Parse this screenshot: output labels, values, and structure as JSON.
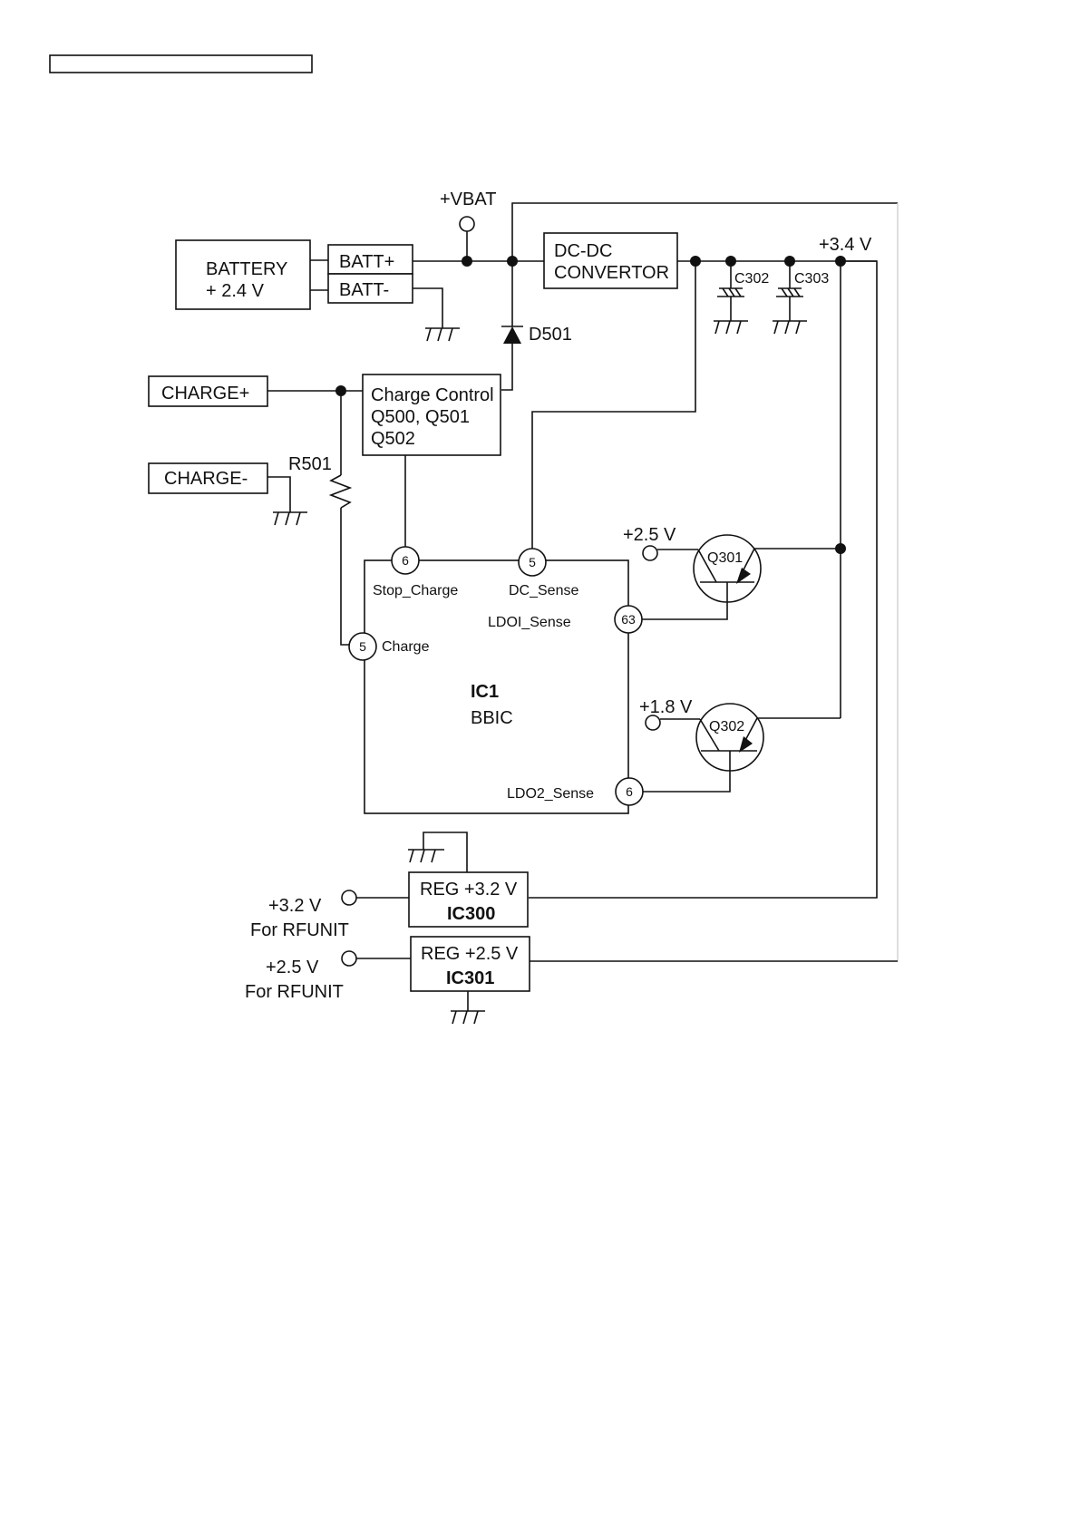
{
  "header_box": {
    "text": ""
  },
  "nets": {
    "vbat": "+VBAT",
    "v34": "+3.4 V",
    "v25_q301": "+2.5 V",
    "v18_q302": "+1.8 V",
    "v32_out": "+3.2 V",
    "v32_out_sub": "For RFUNIT",
    "v25_out": "+2.5 V",
    "v25_out_sub": "For RFUNIT"
  },
  "blocks": {
    "battery": {
      "line1": "BATTERY",
      "line2": "+ 2.4 V"
    },
    "batt_plus": "BATT+",
    "batt_minus": "BATT-",
    "dcdc": {
      "line1": "DC-DC",
      "line2": "CONVERTOR"
    },
    "charge_plus": "CHARGE+",
    "charge_minus": "CHARGE-",
    "charge_control": {
      "line1": "Charge Control",
      "line2": "Q500, Q501",
      "line3": "Q502"
    },
    "ic1": {
      "name": "IC1",
      "desc": "BBIC"
    },
    "ic300": {
      "line1": "REG +3.2 V",
      "line2": "IC300"
    },
    "ic301": {
      "line1": "REG +2.5 V",
      "line2": "IC301"
    }
  },
  "components": {
    "d501": "D501",
    "r501": "R501",
    "c302": "C302",
    "c303": "C303",
    "q301": "Q301",
    "q302": "Q302"
  },
  "ic1_pins": {
    "stop_charge": {
      "num": "6",
      "label": "Stop_Charge"
    },
    "dc_sense": {
      "num": "5",
      "label": "DC_Sense"
    },
    "ldo1_sense": {
      "num": "63",
      "label": "LDOI_Sense"
    },
    "charge": {
      "num": "5",
      "label": "Charge"
    },
    "ldo2_sense": {
      "num": "6",
      "label": "LDO2_Sense"
    }
  }
}
